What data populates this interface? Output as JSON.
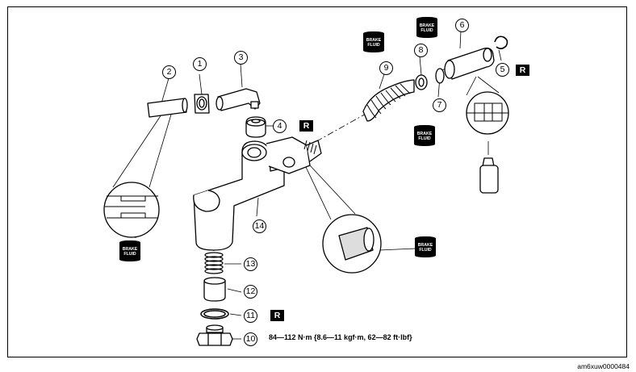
{
  "callouts": [
    "1",
    "2",
    "3",
    "4",
    "5",
    "6",
    "7",
    "8",
    "9",
    "10",
    "11",
    "12",
    "13",
    "14"
  ],
  "replace_mark": "R",
  "fluid_label": {
    "line1": "BRAKE",
    "line2": "FLUID"
  },
  "torque_spec": "84—112 N·m {8.6—11 kgf·m, 62—82 ft·lbf}",
  "drawing_code": "am6xuw0000484"
}
